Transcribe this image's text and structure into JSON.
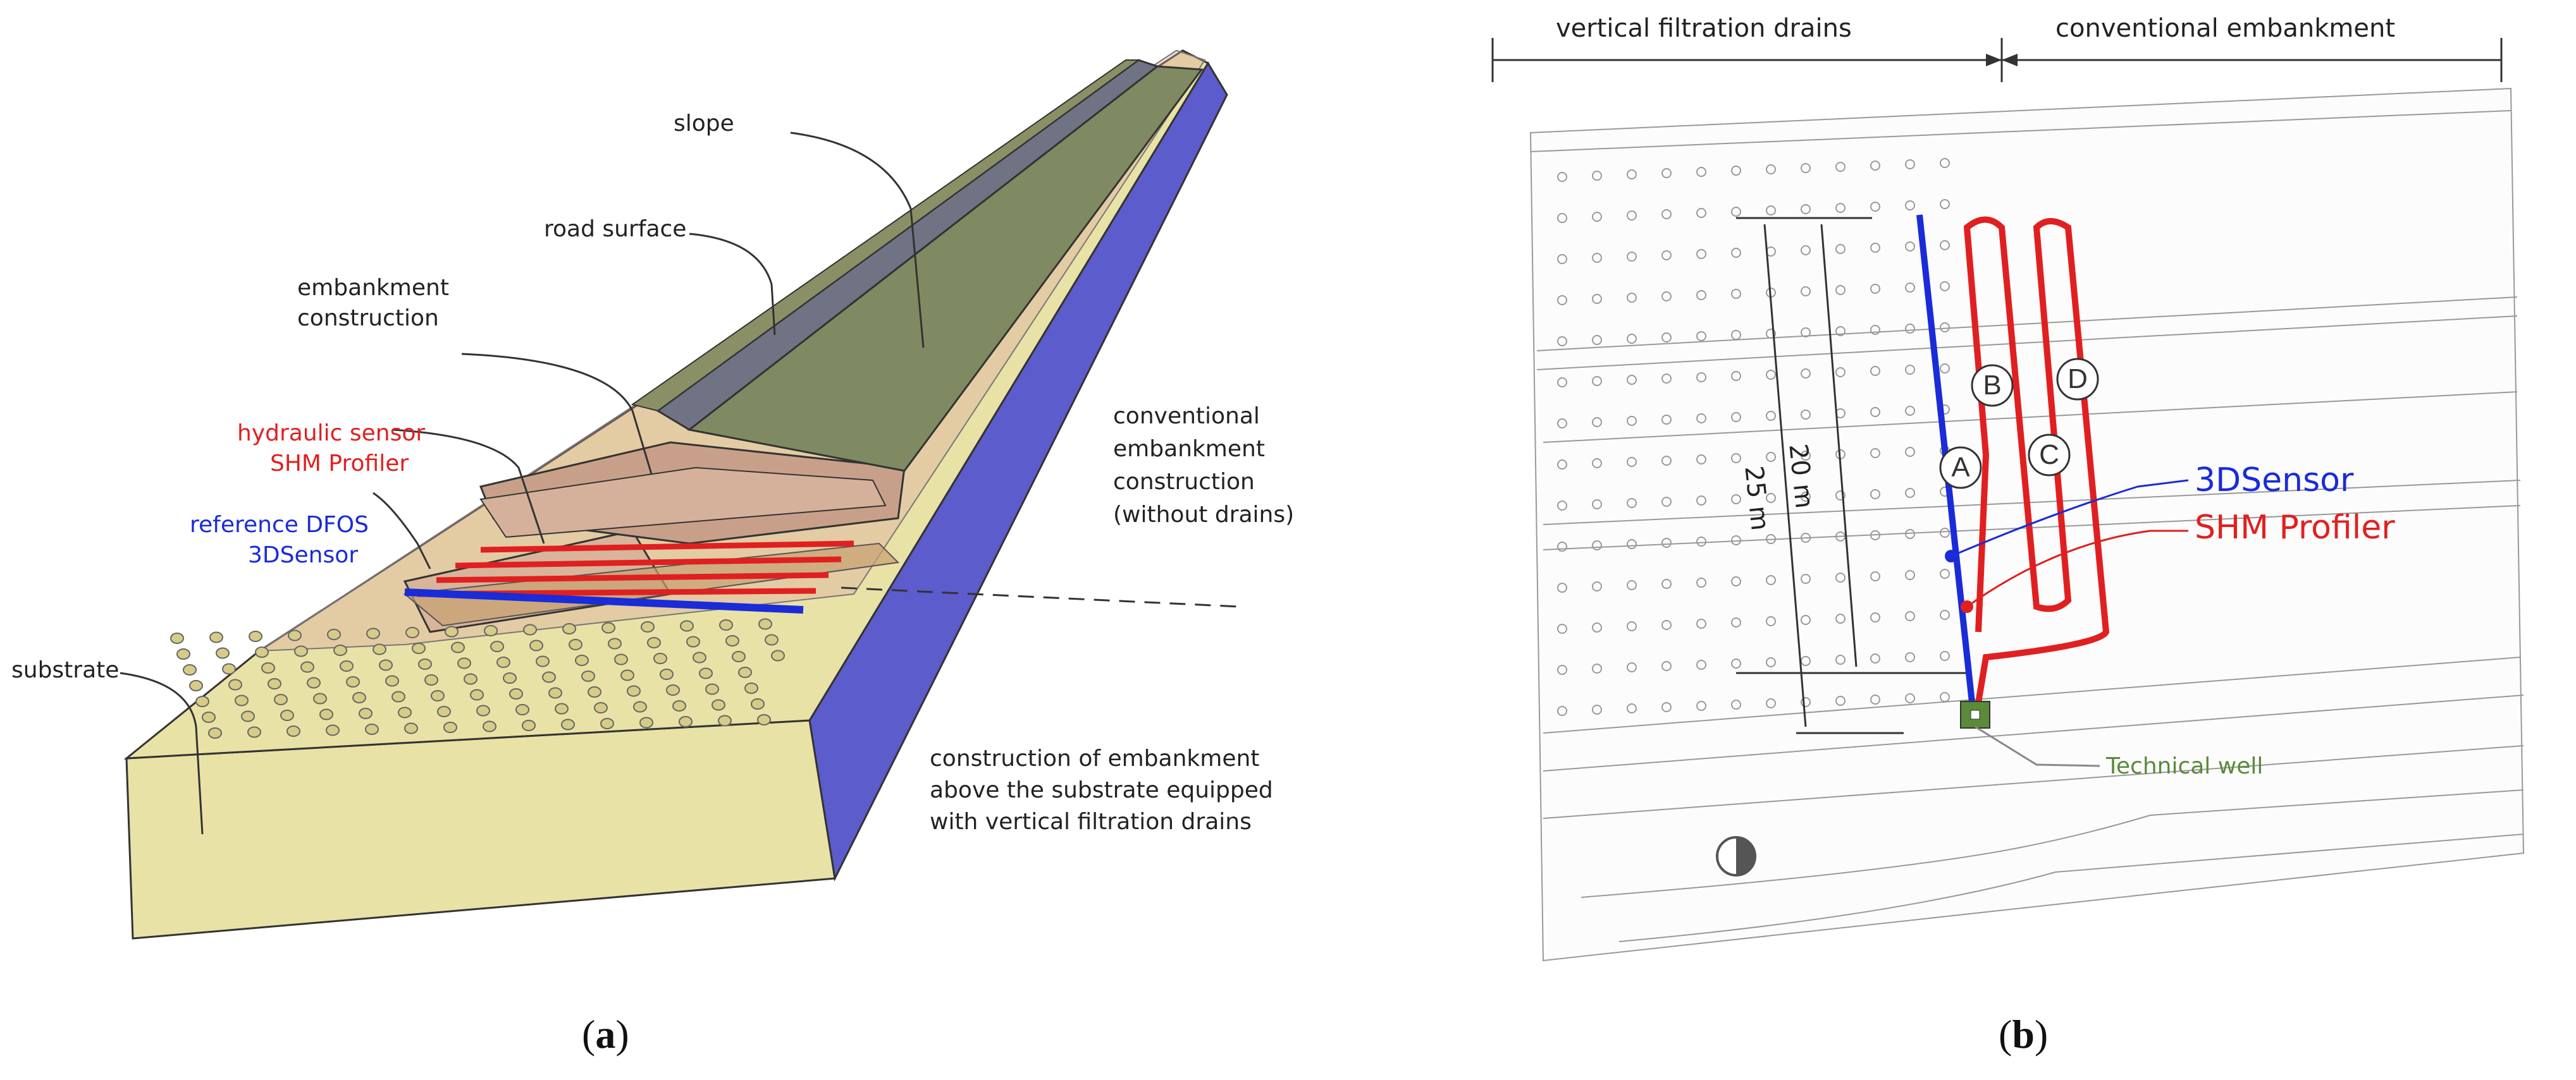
{
  "panel_a": {
    "caption_open": "(",
    "caption_letter": "a",
    "caption_close": ")",
    "labels": {
      "slope": "slope",
      "road_surface": "road surface",
      "embankment_construction_1": "embankment",
      "embankment_construction_2": "construction",
      "hydraulic_sensor_1": "hydraulic sensor",
      "hydraulic_sensor_2": "SHM Profiler",
      "reference_dfos_1": "reference DFOS",
      "reference_dfos_2": "3DSensor",
      "substrate": "substrate",
      "conventional_1": "conventional",
      "conventional_2": "embankment",
      "conventional_3": "construction",
      "conventional_4": "(without drains)",
      "construction_drains_1": "construction of embankment",
      "construction_drains_2": "above the substrate equipped",
      "construction_drains_3": "with vertical filtration drains"
    },
    "colors": {
      "hydraulic": "#e02020",
      "reference": "#1a2bd8",
      "substrate_top": "#e8e2a6",
      "substrate_side": "#5c5ccc"
    }
  },
  "panel_b": {
    "caption_open": "(",
    "caption_letter": "b",
    "caption_close": ")",
    "header_left": "vertical filtration drains",
    "header_right": "conventional embankment",
    "dim_20": "20 m",
    "dim_25": "25 m",
    "markers": [
      "A",
      "B",
      "C",
      "D"
    ],
    "sensor_3d": "3DSensor",
    "sensor_shm": "SHM Profiler",
    "technical_well": "Technical well",
    "colors": {
      "sensor_3d": "#1a2bd8",
      "sensor_shm": "#e02020",
      "technical_well": "#5a8a3a"
    }
  }
}
